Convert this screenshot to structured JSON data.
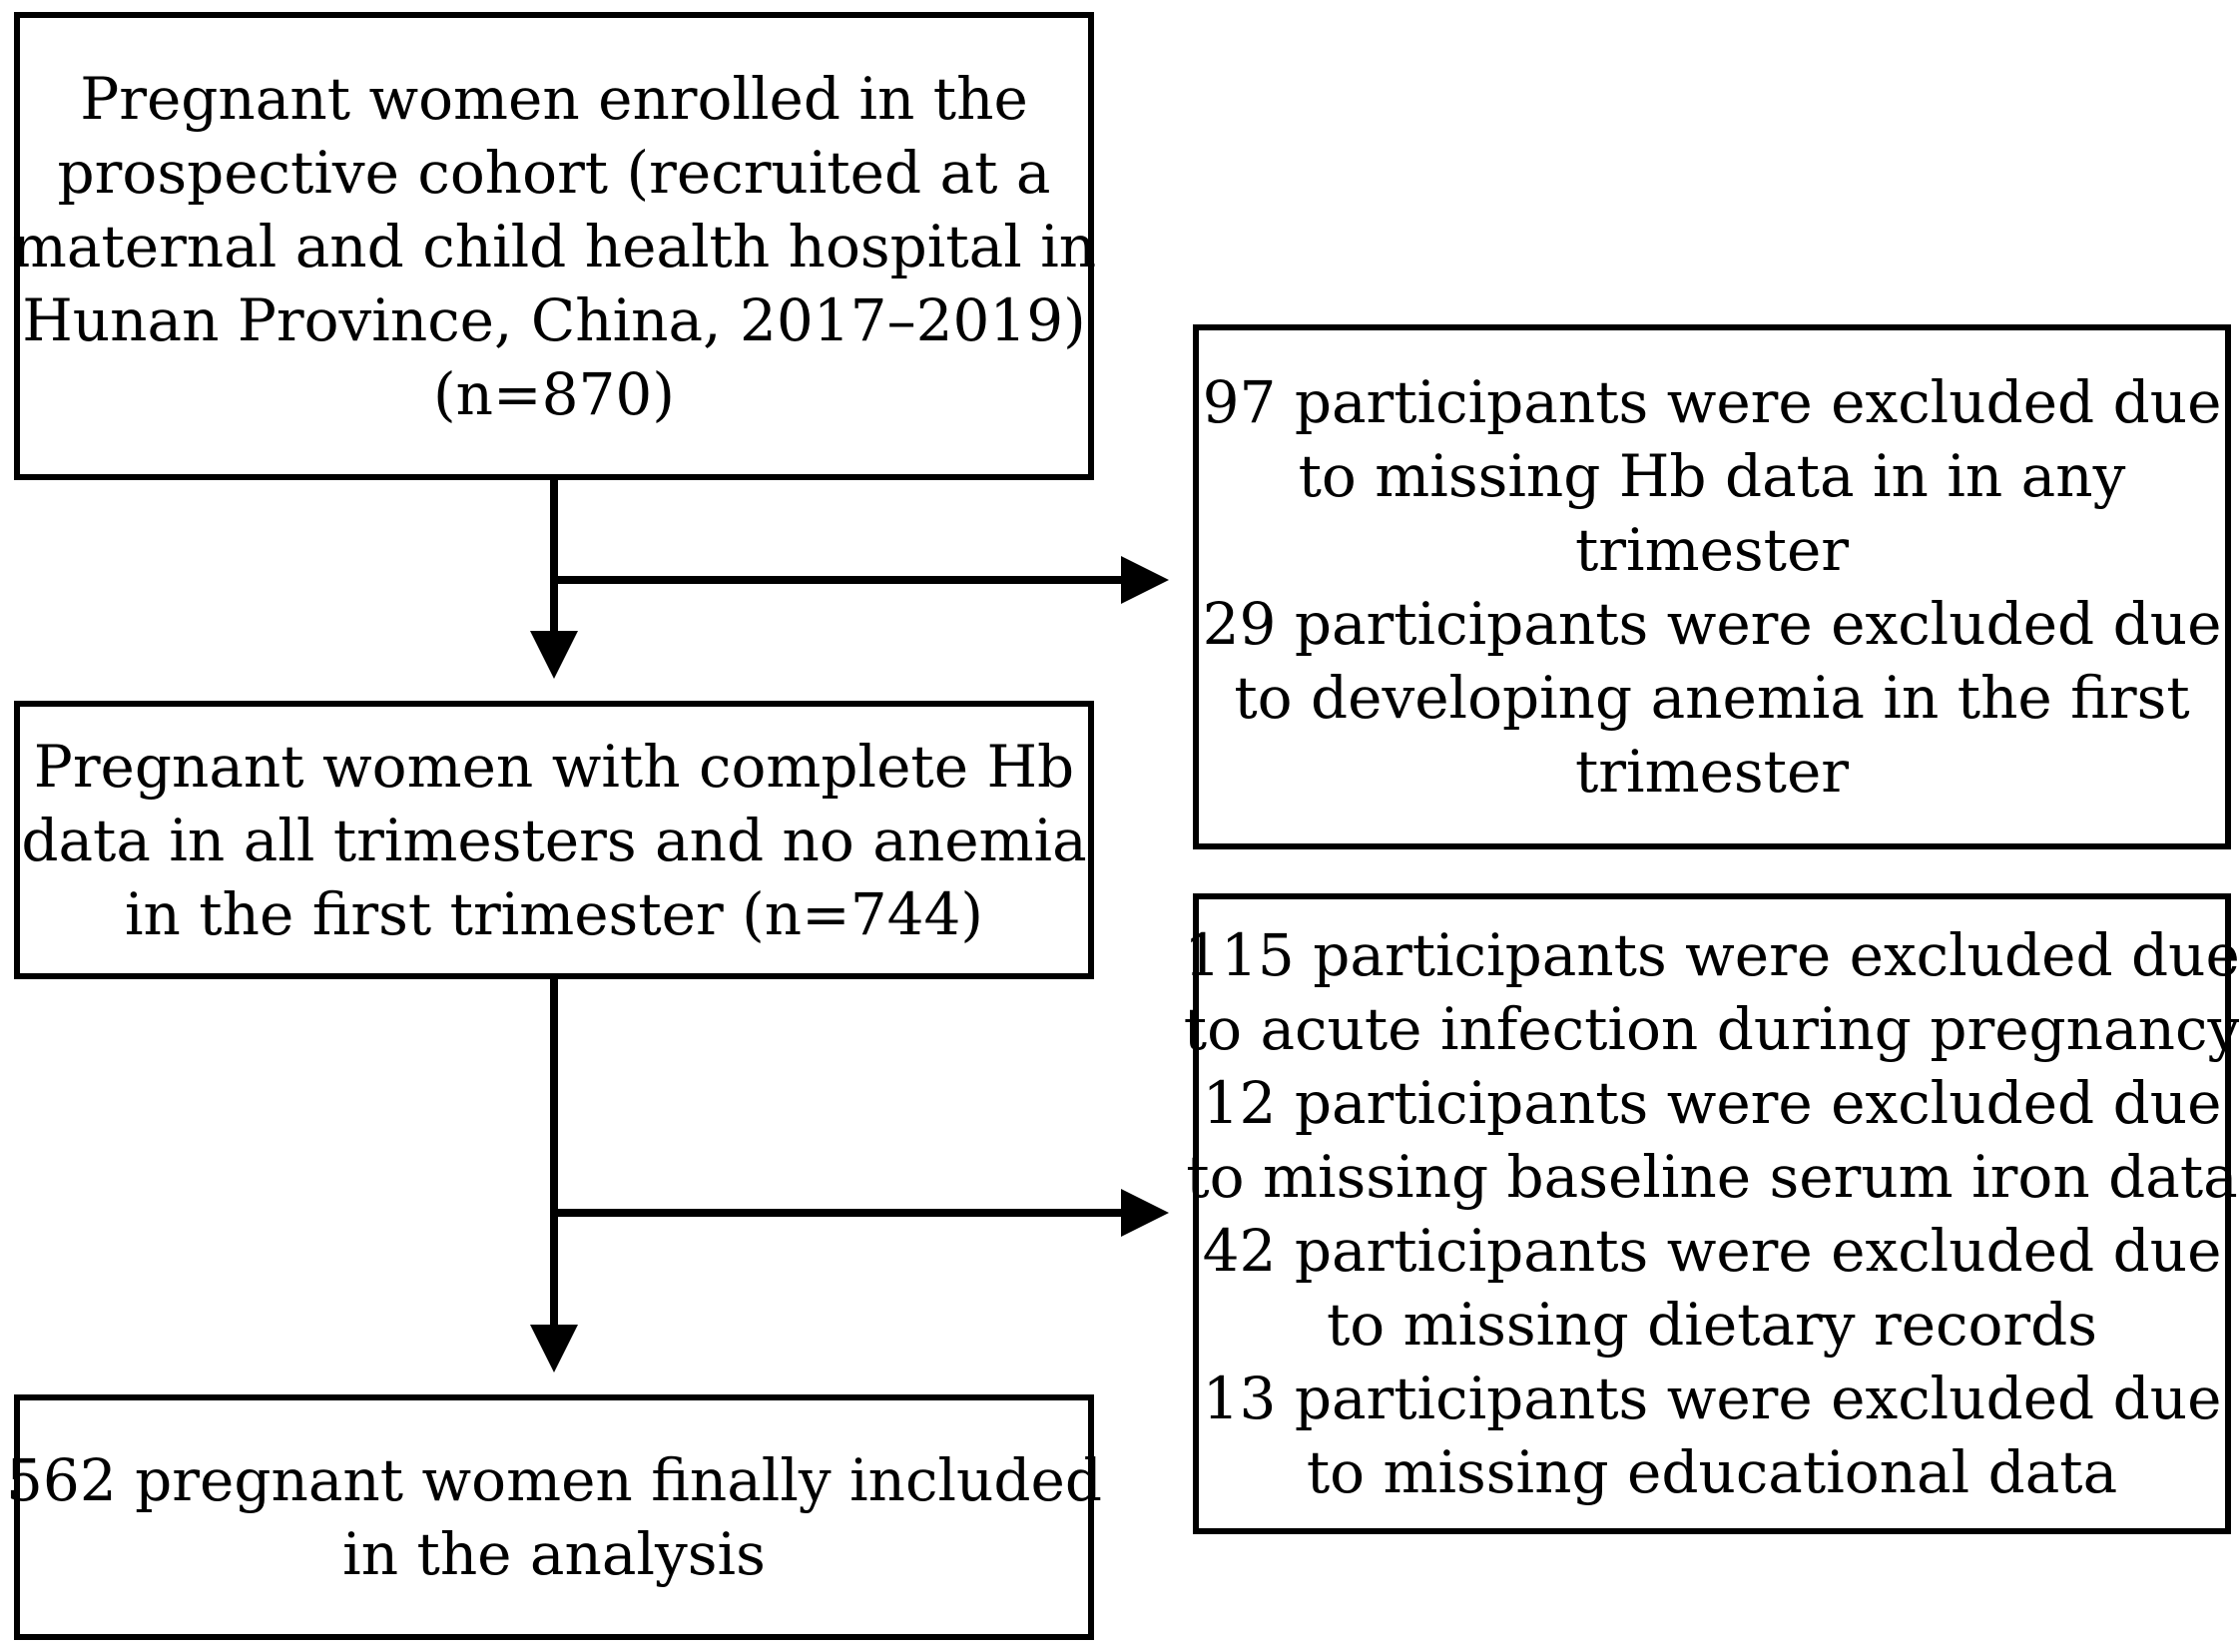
{
  "boxes": {
    "enrolled": {
      "lines": [
        "Pregnant women enrolled in the",
        "prospective cohort (recruited at a",
        "maternal and child health hospital in",
        "Hunan Province, China, 2017–2019)",
        "(n=870)"
      ]
    },
    "complete": {
      "lines": [
        "Pregnant women with complete Hb",
        "data in all trimesters and no anemia",
        "in the first trimester (n=744)"
      ]
    },
    "final": {
      "lines": [
        "562 pregnant women finally included",
        "in the analysis"
      ]
    },
    "exclusion_1": {
      "items": [
        {
          "lines": [
            "97 participants were excluded due",
            "to missing Hb data in in any",
            "trimester"
          ]
        },
        {
          "lines": [
            "29 participants were excluded due",
            "to developing anemia in the first",
            "trimester"
          ]
        }
      ]
    },
    "exclusion_2": {
      "items": [
        {
          "lines": [
            "115 participants were excluded due",
            "to acute infection during pregnancy"
          ]
        },
        {
          "lines": [
            "12 participants were excluded due",
            "to missing baseline serum iron data"
          ]
        },
        {
          "lines": [
            "42 participants were excluded due",
            "to missing dietary records"
          ]
        },
        {
          "lines": [
            "13 participants were excluded due",
            "to missing educational data"
          ]
        }
      ]
    }
  },
  "colors": {
    "stroke": "#000000",
    "background": "#ffffff"
  }
}
